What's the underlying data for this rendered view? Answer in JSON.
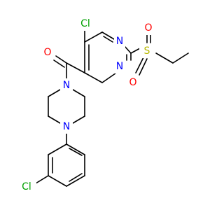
{
  "colors": {
    "bond": "#000000",
    "N": "#0000ff",
    "O": "#ff0000",
    "S": "#b8b800",
    "Cl": "#00a000"
  },
  "atoms": {
    "n_pyr_top": "N",
    "n_pyr_bottom": "N",
    "n_pip_top": "N",
    "n_pip_bottom": "N",
    "o_carbonyl": "O",
    "o_sulfonyl_top": "O",
    "o_sulfonyl_bottom": "O",
    "s_sulfonyl": "S",
    "cl_pyrimidine": "Cl",
    "cl_phenyl": "Cl"
  }
}
